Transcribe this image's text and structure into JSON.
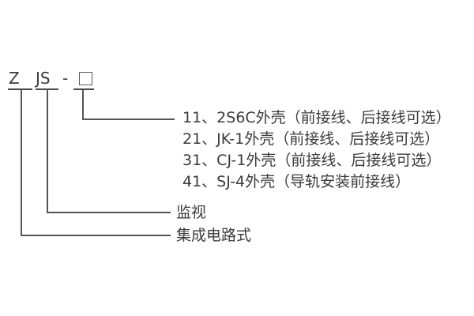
{
  "diagram": {
    "type": "model-designation-breakdown",
    "model_code": {
      "tokens": [
        {
          "name": "prefix-z",
          "text": "Z"
        },
        {
          "name": "prefix-js",
          "text": "JS"
        },
        {
          "name": "hyphen",
          "text": "-"
        },
        {
          "name": "code-slot",
          "text": ""
        }
      ],
      "full": "ZJS-□"
    },
    "enclosure_options": [
      "11、2S6C外壳（前接线、后接线可选）",
      "21、JK-1外壳（前接线、后接线可选）",
      "31、CJ-1外壳（前接线、后接线可选）",
      "41、SJ-4外壳（导轨安装前接线）"
    ],
    "function_label": "监视",
    "family_label": "集成电路式",
    "colors": {
      "text": "#3b3b3b",
      "line": "#555555",
      "box_border": "#5a5a5a",
      "background": "#ffffff"
    }
  }
}
